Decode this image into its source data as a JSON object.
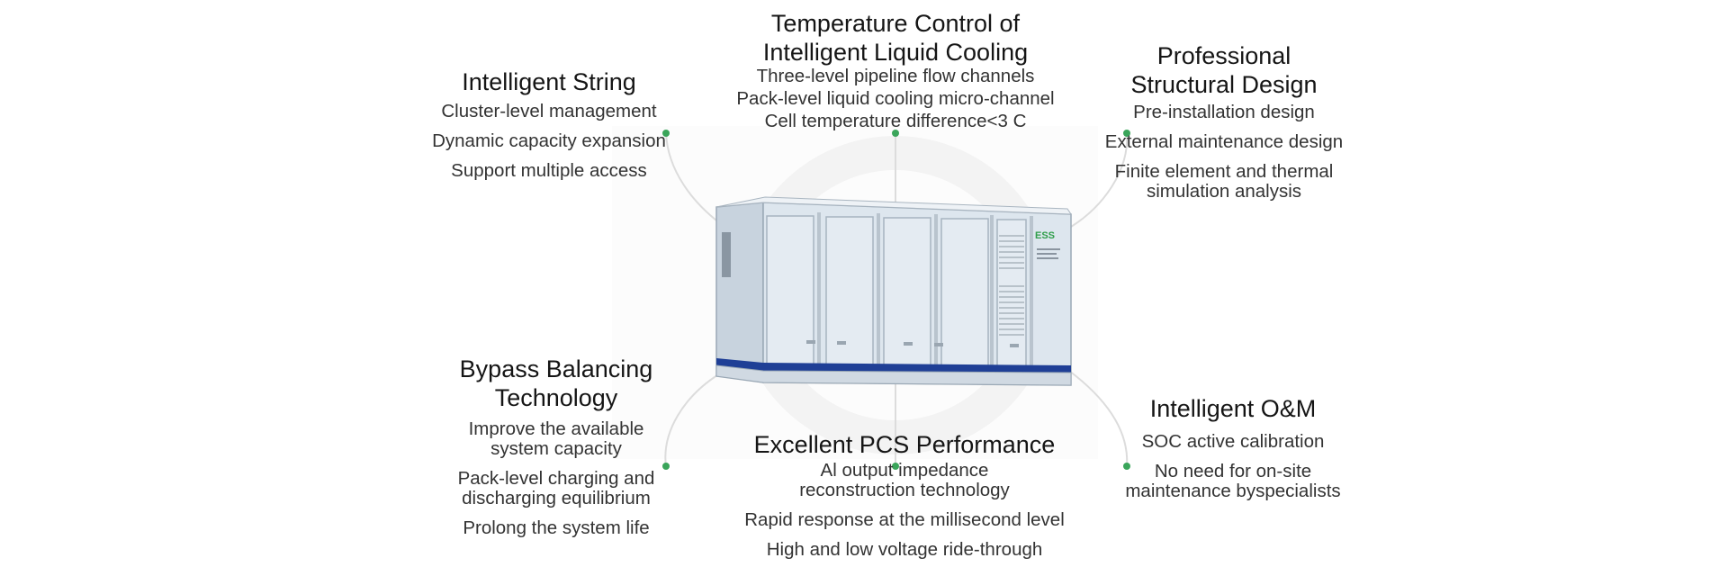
{
  "features": {
    "intelligent_string": {
      "title": [
        "Intelligent String"
      ],
      "items": [
        [
          "Cluster-level management"
        ],
        [
          "Dynamic capacity expansion"
        ],
        [
          "Support multiple access"
        ]
      ]
    },
    "temperature_control": {
      "title": [
        "Temperature Control of",
        "Intelligent Liquid Cooling"
      ],
      "items": [
        [
          "Three-level pipeline flow channels"
        ],
        [
          "Pack-level liquid cooling micro-channel"
        ],
        [
          "Cell temperature difference<3 C"
        ]
      ]
    },
    "structural_design": {
      "title": [
        "Professional",
        "Structural Design"
      ],
      "items": [
        [
          "Pre-installation design"
        ],
        [
          "External maintenance design"
        ],
        [
          "Finite element and thermal",
          "simulation analysis"
        ]
      ]
    },
    "bypass_balancing": {
      "title": [
        "Bypass Balancing",
        "Technology"
      ],
      "items": [
        [
          "Improve the available",
          "system capacity"
        ],
        [
          "Pack-level charging and",
          "discharging equilibrium"
        ],
        [
          "Prolong the system life"
        ]
      ]
    },
    "pcs_performance": {
      "title": [
        "Excellent PCS Performance"
      ],
      "items": [
        [
          "Al output impedance",
          "reconstruction technology"
        ],
        [
          "Rapid response at the millisecond level"
        ],
        [
          "High and low voltage ride-through"
        ]
      ]
    },
    "intelligent_om": {
      "title": [
        "Intelligent O&M"
      ],
      "items": [
        [
          "SOC active calibration"
        ],
        [
          "No need for on-site",
          "maintenance byspecialists"
        ]
      ]
    }
  },
  "container_label": "ESS",
  "colors": {
    "accent_green": "#3aa55a",
    "stripe_blue": "#1f3f96",
    "container_body": "#d9e3ec",
    "ring": "#ececec"
  }
}
